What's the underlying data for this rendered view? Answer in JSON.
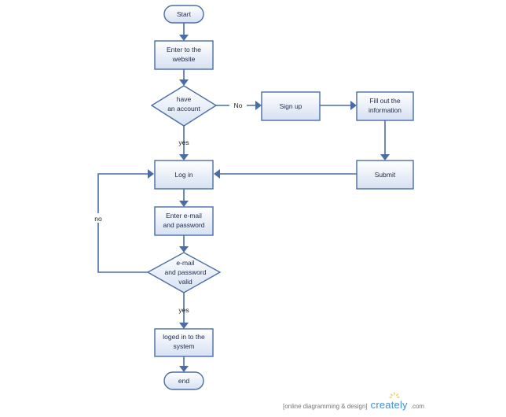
{
  "nodes": {
    "start": {
      "lines": [
        "Start"
      ]
    },
    "enter_website": {
      "lines": [
        "Enter to the",
        "website"
      ]
    },
    "have_account": {
      "lines": [
        "have",
        "an account"
      ]
    },
    "sign_up": {
      "lines": [
        "Sign up"
      ]
    },
    "fill_info": {
      "lines": [
        "Fill out the",
        "information"
      ]
    },
    "submit": {
      "lines": [
        "Submit"
      ]
    },
    "log_in": {
      "lines": [
        "Log in"
      ]
    },
    "enter_credentials": {
      "lines": [
        "Enter e-mail",
        "and password"
      ]
    },
    "credentials_valid": {
      "lines": [
        "e-mail",
        "and password",
        "valid"
      ]
    },
    "logged_in": {
      "lines": [
        "loged in to the",
        "system"
      ]
    },
    "end": {
      "lines": [
        "end"
      ]
    }
  },
  "edge_labels": {
    "account_no": "No",
    "account_yes": "yes",
    "valid_no": "no",
    "valid_yes": "yes"
  },
  "watermark": {
    "tagline": "[online diagramming & design]",
    "brand": "creately",
    "tld": ".com"
  },
  "colors": {
    "stroke": "#4a6da7",
    "fill_top": "#ffffff",
    "fill_bottom": "#d6e1f2",
    "brand": "#3f8ed8",
    "sun": "#f2c23a"
  }
}
